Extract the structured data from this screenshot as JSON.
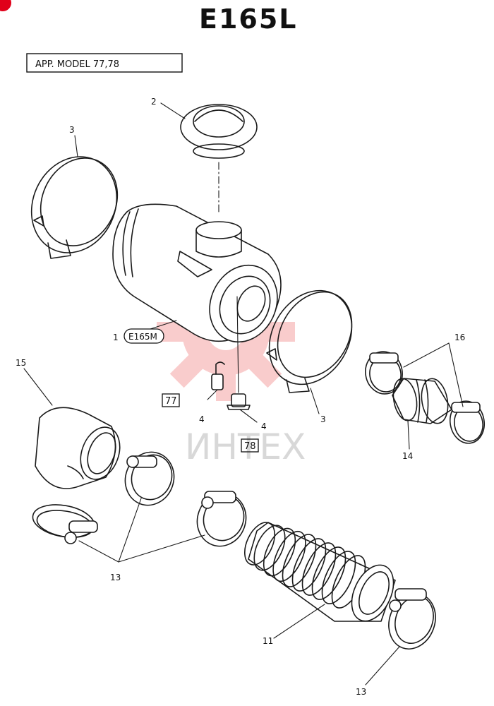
{
  "title": "E165L",
  "app_model": "APP. MODEL 77,78",
  "model_tag": "E165M",
  "watermark": "ИНТЕХ",
  "model_boxes": [
    "77",
    "78"
  ],
  "callouts": {
    "c1": "1",
    "c2": "2",
    "c3a": "3",
    "c3b": "3",
    "c4a": "4",
    "c4b": "4",
    "c11": "11",
    "c13a": "13",
    "c13b": "13",
    "c14": "14",
    "c15": "15",
    "c16": "16"
  },
  "colors": {
    "ink": "#1a1a1a",
    "watermark": "#f2a0a0",
    "corner": "#e0001a"
  }
}
